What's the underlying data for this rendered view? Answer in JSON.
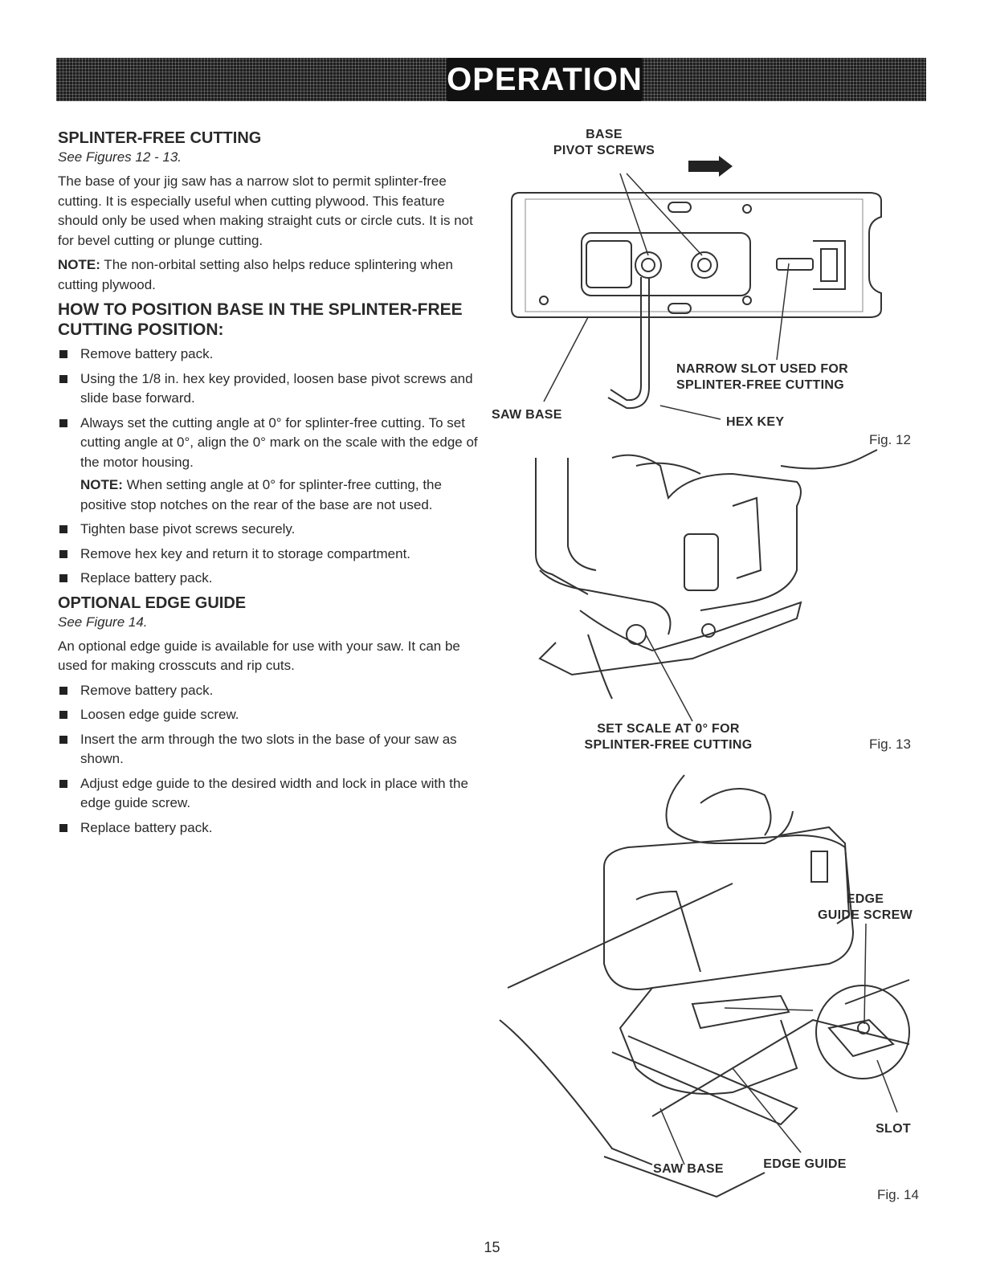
{
  "header": {
    "title": "OPERATION"
  },
  "sections": {
    "splinter": {
      "heading": "SPLINTER-FREE CUTTING",
      "see": "See Figures 12 - 13.",
      "para": "The base of your jig saw has a narrow slot to permit splinter-free cutting. It is especially useful when cutting plywood. This feature should only be used when making straight cuts or circle cuts. It is not for bevel cutting or plunge cutting.",
      "note_label": "NOTE:",
      "note_text": " The non-orbital setting also helps reduce splintering when cutting plywood."
    },
    "position": {
      "heading": "HOW TO POSITION BASE IN THE SPLINTER-FREE CUTTING POSITION:",
      "bullets": [
        "Remove battery pack.",
        "Using the 1/8 in. hex key provided, loosen base pivot screws and slide base forward.",
        "Always set the cutting angle at 0° for splinter-free cutting. To set cutting angle at 0°, align the 0° mark on the scale with the edge of the motor housing.",
        "Tighten base pivot screws securely.",
        "Remove hex key and return it to storage compartment.",
        "Replace battery pack."
      ],
      "note_label": "NOTE:",
      "note_text": " When setting angle at 0° for splinter-free cutting, the positive stop notches on the rear of the base are not used."
    },
    "edge": {
      "heading": "OPTIONAL EDGE GUIDE",
      "see": "See Figure 14.",
      "para": "An optional edge guide is available for use with your saw. It can be used for making crosscuts and rip cuts.",
      "bullets": [
        "Remove battery pack.",
        "Loosen edge guide screw.",
        "Insert the arm through the two slots in the base of your saw as shown.",
        "Adjust edge guide to the desired width and lock in place with the edge guide screw.",
        "Replace battery pack."
      ]
    }
  },
  "figures": {
    "fig12": {
      "number": "Fig. 12",
      "labels": {
        "base_pivot": "BASE\nPIVOT SCREWS",
        "narrow_slot": "NARROW SLOT USED FOR\nSPLINTER-FREE CUTTING",
        "saw_base": "SAW BASE",
        "hex_key": "HEX KEY"
      }
    },
    "fig13": {
      "number": "Fig. 13",
      "labels": {
        "set_scale": "SET SCALE AT 0° FOR\nSPLINTER-FREE CUTTING"
      }
    },
    "fig14": {
      "number": "Fig. 14",
      "labels": {
        "edge_guide_screw": "EDGE\nGUIDE SCREW",
        "slot": "SLOT",
        "saw_base": "SAW BASE",
        "edge_guide": "EDGE GUIDE"
      }
    }
  },
  "footer": {
    "page_number": "15"
  }
}
